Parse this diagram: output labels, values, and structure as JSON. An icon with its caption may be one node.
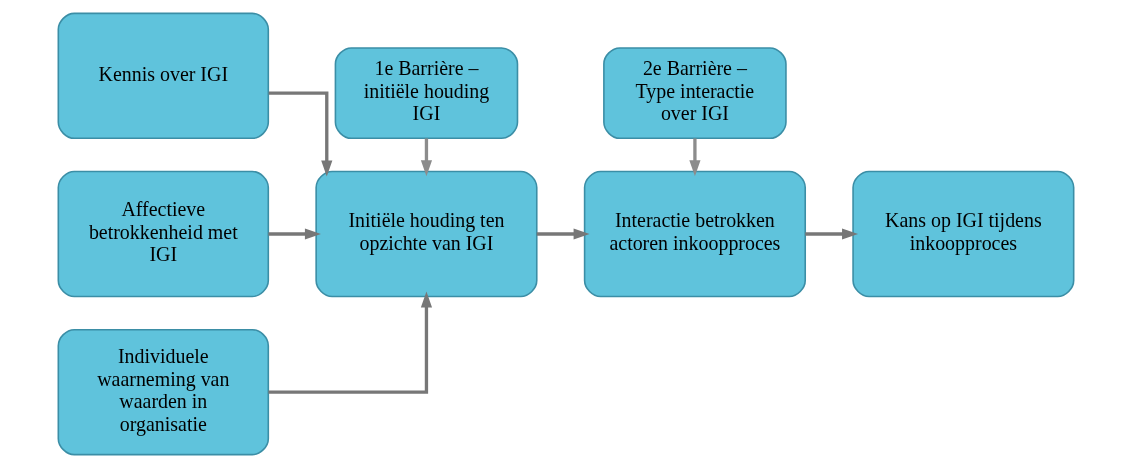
{
  "diagram": {
    "nodes": [
      {
        "text": [
          "Kennis over IGI"
        ]
      },
      {
        "text": [
          "Affectieve betrokkenheid met IGI"
        ]
      },
      {
        "text": [
          "Individuele waarneming van waarden in organisatie"
        ]
      },
      {
        "text": [
          "1e Barrière – initiële houding IGI"
        ]
      },
      {
        "text": [
          "Initiële houding ten opzichte van IGI"
        ]
      },
      {
        "text": [
          "2e Barrière – Type interactie over IGI"
        ]
      },
      {
        "text": [
          "Interactie betrokken actoren inkoopproces"
        ]
      },
      {
        "text": [
          "Kans op IGI tijdens inkoopproces"
        ]
      }
    ],
    "edges": [
      {
        "from": 0,
        "to": 4,
        "arrow": "to"
      },
      {
        "from": 1,
        "to": 4,
        "arrow": "to"
      },
      {
        "from": 2,
        "to": 4,
        "arrow": "to"
      },
      {
        "from": 3,
        "to": 4,
        "arrow": "to",
        "color": "#8c8c8c"
      },
      {
        "from": 4,
        "to": 6,
        "arrow": "to"
      },
      {
        "from": 5,
        "to": 6,
        "arrow": "to",
        "color": "#8c8c8c"
      },
      {
        "from": 6,
        "to": 7,
        "arrow": "to"
      }
    ]
  }
}
